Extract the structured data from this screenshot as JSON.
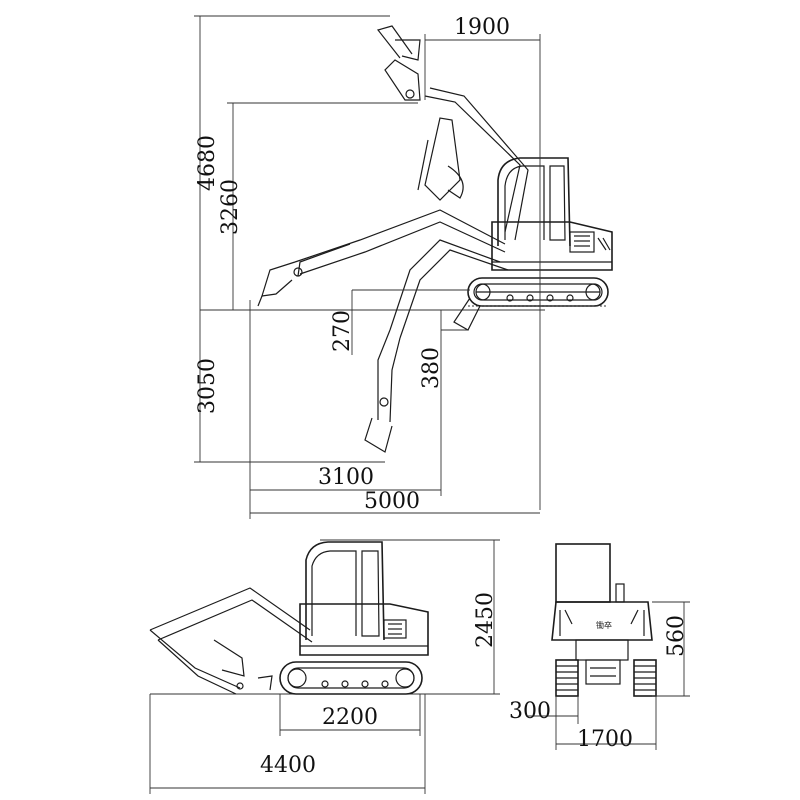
{
  "diagram": {
    "type": "excavator-dimension-drawing",
    "side_view": {
      "dimensions": {
        "top_reach_width": "1900",
        "max_dig_height": "4680",
        "max_dump_height": "3260",
        "blade_lift": "270",
        "blade_drop": "380",
        "max_dig_depth": "3050",
        "min_swing_radius": "3100",
        "max_reach": "5000"
      }
    },
    "transport_view": {
      "dimensions": {
        "overall_height": "2450",
        "track_length": "2200",
        "overall_length": "4400"
      }
    },
    "front_view": {
      "brand_label": "锄卒",
      "dimensions": {
        "counterweight_clearance": "560",
        "track_width": "300",
        "overall_width": "1700"
      }
    }
  }
}
